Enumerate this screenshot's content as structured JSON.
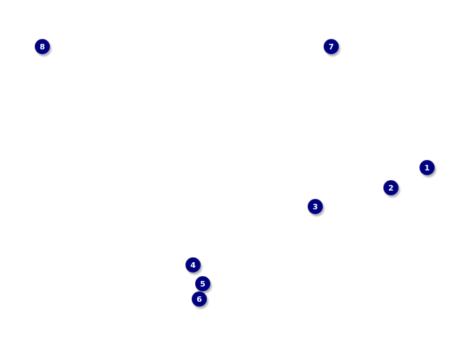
{
  "markers": [
    {
      "label": "1"
    },
    {
      "label": "2"
    },
    {
      "label": "3"
    },
    {
      "label": "4"
    },
    {
      "label": "5"
    },
    {
      "label": "6"
    },
    {
      "label": "7"
    },
    {
      "label": "8"
    }
  ],
  "colors": {
    "marker_fill": "#000080",
    "marker_text": "#ffffff",
    "background": "#ffffff"
  }
}
